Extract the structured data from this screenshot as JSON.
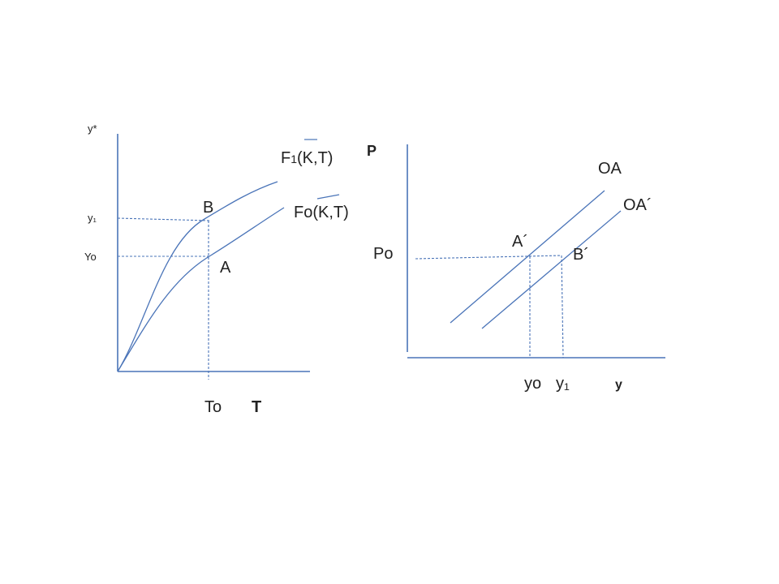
{
  "left_panel": {
    "y_axis_label": "y*",
    "y1_label": "y₁",
    "yo_label": "Yo",
    "point_b": "B",
    "point_a": "A",
    "curve_f1_prefix": "F",
    "curve_f1_sub": "1",
    "curve_f1_suffix": "(K,T)",
    "curve_fo": "Fo(K,T)",
    "to_label": "To",
    "x_axis_label": "T"
  },
  "right_panel": {
    "y_axis_label": "P",
    "po_label": "Po",
    "line_oa": "OA",
    "line_oa_prime": "OA´",
    "point_a_prime": "A´",
    "point_b_prime": "B´",
    "yo_label": "yo",
    "y1_label": "y₁",
    "x_axis_label": "y"
  },
  "colors": {
    "line": "#4a74b8",
    "text": "#222222"
  }
}
